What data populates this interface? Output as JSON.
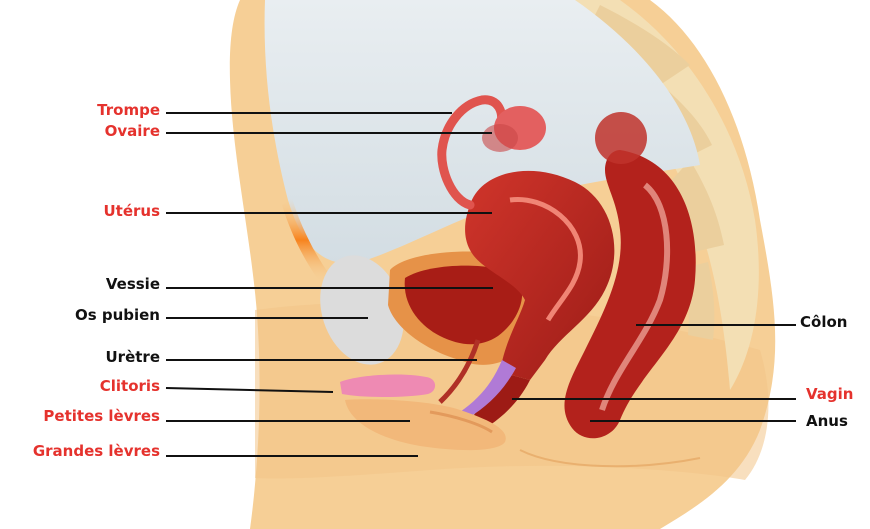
{
  "colors": {
    "highlight_label": "#e5322d",
    "plain_label": "#111111",
    "skin": "#f6cf96",
    "organ_red": "#b3221c",
    "bone": "#f3dfb4"
  },
  "labels_left": [
    {
      "key": "trompe",
      "text": "Trompe",
      "highlighted": true
    },
    {
      "key": "ovaire",
      "text": "Ovaire",
      "highlighted": true
    },
    {
      "key": "uterus",
      "text": "Utérus",
      "highlighted": true
    },
    {
      "key": "vessie",
      "text": "Vessie",
      "highlighted": false
    },
    {
      "key": "os_pubien",
      "text": "Os pubien",
      "highlighted": false
    },
    {
      "key": "uretre",
      "text": "Urètre",
      "highlighted": false
    },
    {
      "key": "clitoris",
      "text": "Clitoris",
      "highlighted": true
    },
    {
      "key": "petites_levres",
      "text": "Petites lèvres",
      "highlighted": true
    },
    {
      "key": "grandes_levres",
      "text": "Grandes lèvres",
      "highlighted": true
    }
  ],
  "labels_right": [
    {
      "key": "colon",
      "text": "Côlon",
      "highlighted": false
    },
    {
      "key": "vagin",
      "text": "Vagin",
      "highlighted": true
    },
    {
      "key": "anus",
      "text": "Anus",
      "highlighted": false
    }
  ]
}
